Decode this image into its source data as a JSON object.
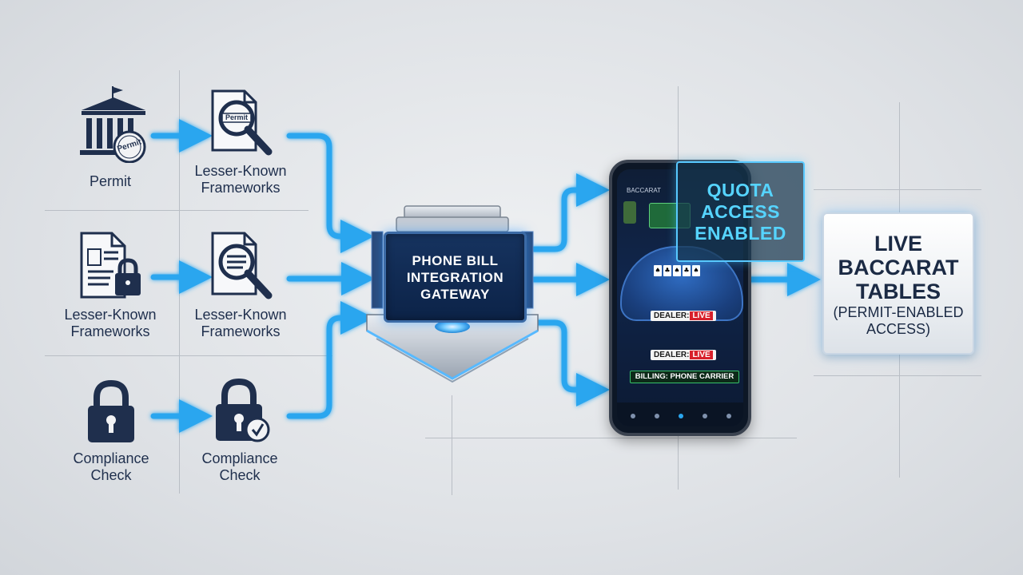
{
  "left_column": {
    "row1": {
      "source_label": "Permit",
      "target_label": "Lesser-Known\nFrameworks"
    },
    "row2": {
      "source_label": "Lesser-Known\nFrameworks",
      "target_label": "Lesser-Known\nFrameworks"
    },
    "row3": {
      "source_label": "Compliance\nCheck",
      "target_label": "Compliance\nCheck"
    },
    "badge_text": "Permit"
  },
  "gateway": {
    "label": "PHONE BILL\nINTEGRATION\nGATEWAY"
  },
  "phone": {
    "header_text": "BACCARAT",
    "dealer_label_1": "DEALER:",
    "live_label_1": "LIVE",
    "dealer_label_2": "DEALER:",
    "live_label_2": "LIVE",
    "billing_label": "BILLING: PHONE CARRIER"
  },
  "quota": {
    "label": "QUOTA\nACCESS\nENABLED"
  },
  "destination": {
    "title": "LIVE\nBACCARAT\nTABLES",
    "subtitle": "(PERMIT-ENABLED\nACCESS)"
  },
  "colors": {
    "arrow": "#2aa6ef",
    "glow": "#61c7ff",
    "navy": "#1f2f4d",
    "accent": "#56d4ff"
  }
}
